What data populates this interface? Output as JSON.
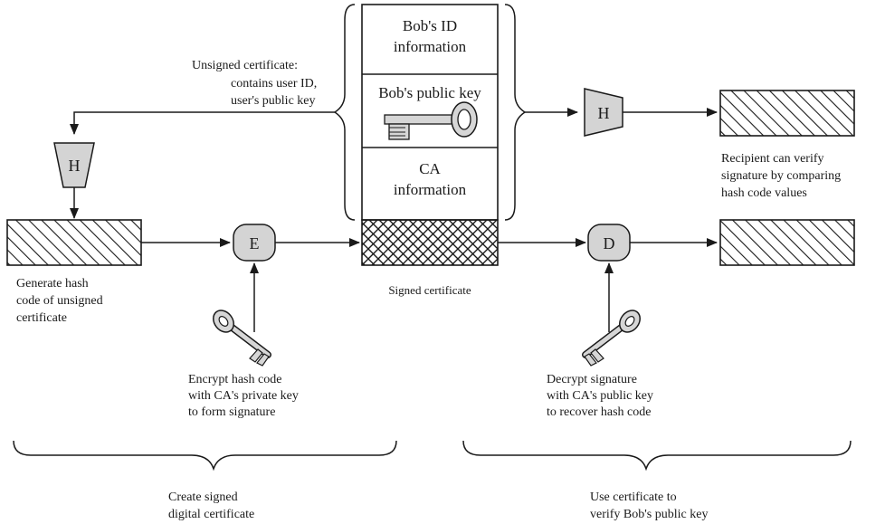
{
  "certificate": {
    "id_info": [
      "Bob's ID",
      "information"
    ],
    "public_key": "Bob's public key",
    "ca_info": [
      "CA",
      "information"
    ],
    "signed_label": "Signed certificate"
  },
  "operations": {
    "hash_left": "H",
    "hash_right": "H",
    "encrypt": "E",
    "decrypt": "D"
  },
  "labels": {
    "unsigned_certificate": [
      "Unsigned certificate:",
      "contains user ID,",
      "user's public key"
    ],
    "generate_hash": [
      "Generate hash",
      "code of unsigned",
      "certificate"
    ],
    "encrypt_hash": [
      "Encrypt hash code",
      "with CA's private key",
      "to form signature"
    ],
    "decrypt_signature": [
      "Decrypt signature",
      "with CA's public key",
      "to recover hash code"
    ],
    "recipient_verify": [
      "Recipient can verify",
      "signature by comparing",
      "hash code values"
    ]
  },
  "sections": {
    "create": [
      "Create signed",
      "digital certificate"
    ],
    "use": [
      "Use certificate to",
      "verify Bob's public key"
    ]
  }
}
